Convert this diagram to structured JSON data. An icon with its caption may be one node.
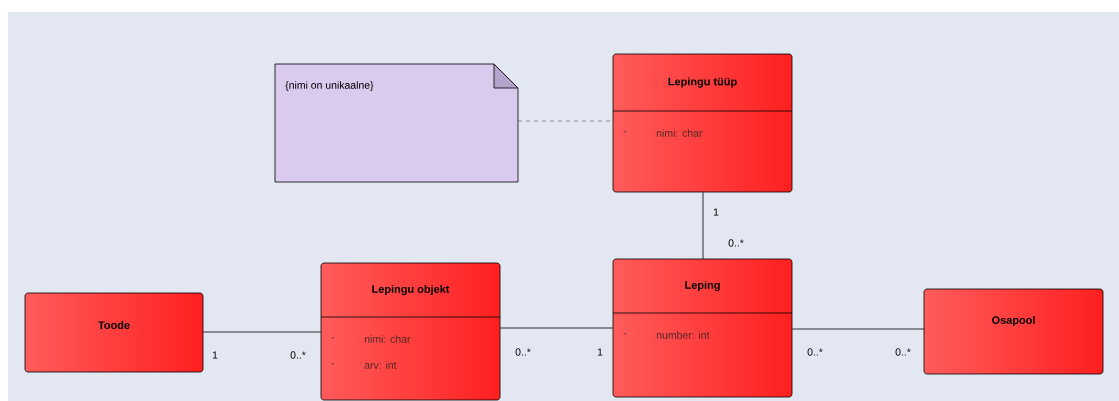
{
  "diagram": {
    "nodes": [
      {
        "text": [
          "{nimi on unikaalne}"
        ]
      },
      {
        "text": [
          "Lepingu tüüp",
          "-",
          "nimi: char"
        ]
      },
      {
        "text": [
          "Toode"
        ]
      },
      {
        "text": [
          "Lepingu objekt",
          "-",
          "nimi: char",
          "-",
          "arv: int"
        ]
      },
      {
        "text": [
          "Leping",
          "-",
          "number: int"
        ]
      },
      {
        "text": [
          "Osapool"
        ]
      }
    ],
    "edges": [
      {
        "from": 0,
        "to": 1,
        "arrow": "none",
        "style": "dashed"
      },
      {
        "from": 1,
        "to": 4,
        "arrow": "none"
      },
      {
        "from": 2,
        "to": 3,
        "arrow": "none"
      },
      {
        "from": 3,
        "to": 4,
        "arrow": "none"
      },
      {
        "from": 4,
        "to": 5,
        "arrow": "none"
      }
    ],
    "labels": [
      "1",
      "0..*",
      "1",
      "0..*",
      "0..*",
      "1",
      "0..*",
      "0..*"
    ]
  }
}
